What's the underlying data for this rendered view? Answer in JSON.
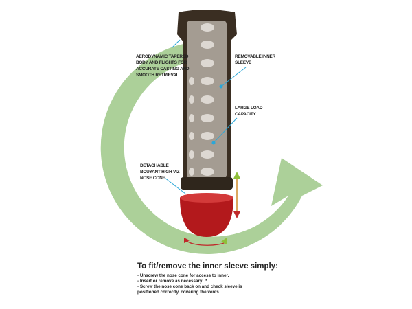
{
  "labels": {
    "aerodynamic": "Aerodynamic tapered body and flights for accurate casting and smooth retrieval",
    "sleeve": "Removable inner sleeve",
    "capacity": "Large load capacity",
    "nose": "Detachable bouyant high viz nose cone"
  },
  "instructions": {
    "title": "To fit/remove the inner sleeve simply:",
    "items": [
      "- Unscrew the nose cone for access to inner.",
      "- Insert or remove as necessary...*",
      "- Screw the nose cone back on and check sleeve is positioned correctly, covering the vents."
    ]
  },
  "colors": {
    "ring": "#8fbf78",
    "body": "#3a2e22",
    "sleeve": "#a49c92",
    "cone": "#b3191c",
    "pointer": "#2aa7d8"
  }
}
